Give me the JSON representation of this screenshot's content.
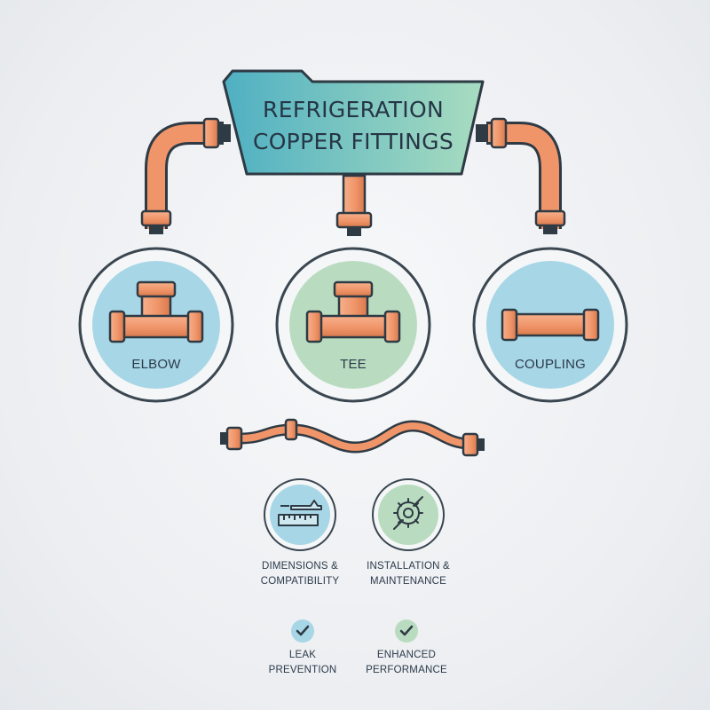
{
  "title": {
    "line1": "REFRIGERATION",
    "line2": "COPPER FITTINGS"
  },
  "fittings": [
    {
      "label": "ELBOW",
      "circle_color": "#a7d6e6",
      "icon": "elbow-fitting-icon"
    },
    {
      "label": "TEE",
      "circle_color": "#b9dcc0",
      "icon": "tee-fitting-icon"
    },
    {
      "label": "COUPLING",
      "circle_color": "#a7d6e6",
      "icon": "coupling-fitting-icon"
    }
  ],
  "features": [
    {
      "line1": "DIMENSIONS &",
      "line2": "COMPATIBILITY",
      "icon": "ruler-measure-icon",
      "color": "#a7d6e6"
    },
    {
      "line1": "INSTALLATION &",
      "line2": "MAINTENANCE",
      "icon": "gear-wrench-icon",
      "color": "#b9dcc0"
    }
  ],
  "benefits": [
    {
      "line1": "LEAK",
      "line2": "PREVENTION",
      "icon": "checkmark-icon",
      "color": "#a7d6e6"
    },
    {
      "line1": "ENHANCED",
      "line2": "PERFORMANCE",
      "icon": "checkmark-icon",
      "color": "#b9dcc0"
    }
  ],
  "colors": {
    "copper": "#f0956a",
    "copper_dark": "#c8693d",
    "outline": "#2e3a44",
    "banner_start": "#4fb0c2",
    "banner_end": "#a8dcc0"
  }
}
